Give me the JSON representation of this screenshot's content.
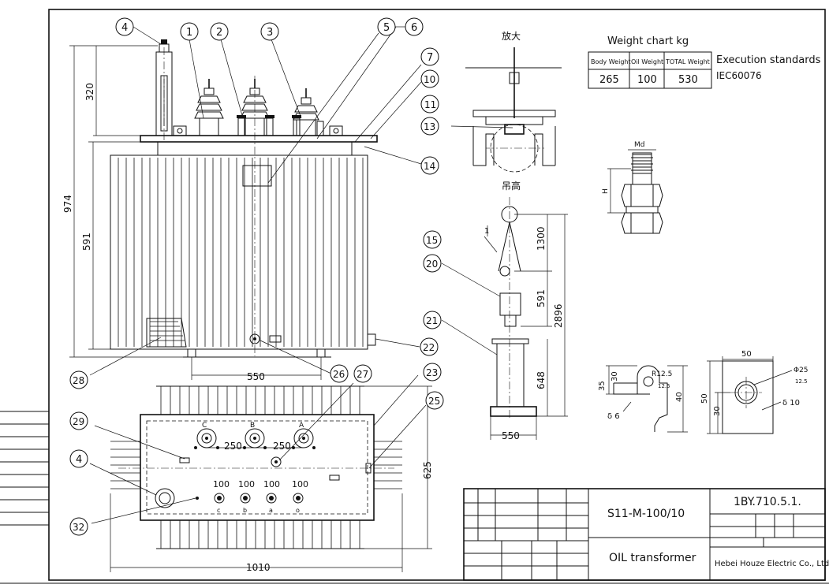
{
  "balloons": [
    "4",
    "1",
    "2",
    "3",
    "5",
    "6",
    "7",
    "10",
    "11",
    "13",
    "14",
    "15",
    "20",
    "21",
    "22",
    "23",
    "25",
    "26",
    "27",
    "28",
    "29",
    "4",
    "32"
  ],
  "dims": {
    "front_top": "320",
    "front_total": "974",
    "front_body": "591",
    "front_feet": "550",
    "top_spacing_1": "250",
    "top_spacing_2": "250",
    "top_spacing_lv": [
      "100",
      "100",
      "100",
      "100"
    ],
    "top_width": "1010",
    "top_depth": "625",
    "lift_1": "1300",
    "lift_2": "591",
    "lift_total": "2896",
    "lift_3": "648",
    "lift_base": "550",
    "bolt_md": "Md",
    "bolt_h": "H",
    "det1_35": "35",
    "det1_30": "30",
    "det1_r": "R12.5",
    "det1_rough": "12.5",
    "det1_40": "40",
    "det1_t": "δ 6",
    "det2_50w": "50",
    "det2_50h": "50",
    "det2_30": "30",
    "det2_dia": "Φ25",
    "det2_rough": "12.5",
    "det2_t": "δ 10",
    "roughness_mark": "1"
  },
  "labels": {
    "detail_enlarged": "放大",
    "detail_lift_height": "吊高",
    "hv_terminals": [
      "C",
      "B",
      "A"
    ],
    "lv_terminals": [
      "c",
      "b",
      "a",
      "o"
    ]
  },
  "weight_chart": {
    "title": "Weight chart  kg",
    "headers": [
      "Body Weight",
      "Oil Weight",
      "TOTAL Weight"
    ],
    "values": [
      "265",
      "100",
      "530"
    ]
  },
  "execution_standards": {
    "title": "Execution standards",
    "value": "IEC60076"
  },
  "title_block": {
    "model": "S11-M-100/10",
    "drawing_no": "1BY.710.5.1.",
    "name": "OIL transformer",
    "company": "Hebei Houze Electric Co., Ltd"
  }
}
